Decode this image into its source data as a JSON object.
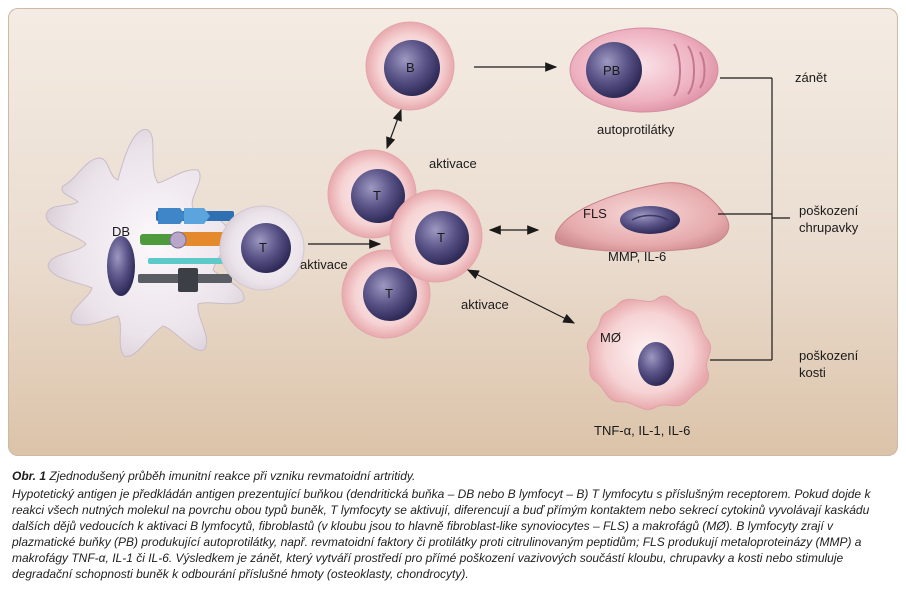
{
  "diagram": {
    "cells": {
      "dendritic": "DB",
      "t_presented": "T",
      "b_cell": "B",
      "t_cluster": [
        "T",
        "T",
        "T"
      ],
      "plasma_cell": "PB",
      "fibroblast": "FLS",
      "macrophage": "MØ"
    },
    "labels": {
      "activation_left": "aktivace",
      "activation_top": "aktivace",
      "activation_bottom": "aktivace",
      "autoantibodies": "autoprotilátky",
      "fls_products": "MMP, IL-6",
      "macrophage_products": "TNF-α, IL-1, IL-6"
    },
    "outcomes": {
      "inflammation": "zánět",
      "cartilage_damage_1": "poškození",
      "cartilage_damage_2": "chrupavky",
      "bone_damage_1": "poškození",
      "bone_damage_2": "kosti"
    }
  },
  "caption": {
    "figure_number": "Obr. 1",
    "title": "Zjednodušený průběh imunitní reakce při vzniku revmatoidní artritidy.",
    "body": "Hypotetický antigen je předkládán antigen prezentující buňkou (dendritická buňka – DB nebo B lymfocyt – B) T lymfocytu s příslušným receptorem. Pokud dojde k reakci všech nutných molekul na povrchu obou typů buněk, T lymfocyty se aktivují, diferencují a buď přímým kontaktem nebo sekrecí cytokinů vyvolávají kaskádu dalších dějů vedoucích k aktivaci B lymfocytů, fibroblastů (v kloubu jsou to hlavně fibroblast-like synoviocytes – FLS) a makrofágů (MØ). B lymfocyty zrají v plazmatické buňky (PB) produkující autoprotilátky, např. revmatoidní faktory či protilátky proti citrulinovaným peptidům; FLS produkují metaloproteinázy (MMP) a makrofágy TNF-α, IL-1 či IL-6. Výsledkem je zánět, který vytváří prostředí pro přímé poškození vazivových součástí kloubu, chrupavky a kosti nebo stimuluje degradační schopnosti buněk k odbourání příslušné hmoty (osteoklasty, chondrocyty)."
  },
  "colors": {
    "nucleus": "#4a4678",
    "cell_pink": "#f2c9cb",
    "dendritic_body": "#ece6ec",
    "panel_top": "#f4ece4",
    "panel_bottom": "#dcc3a9"
  }
}
